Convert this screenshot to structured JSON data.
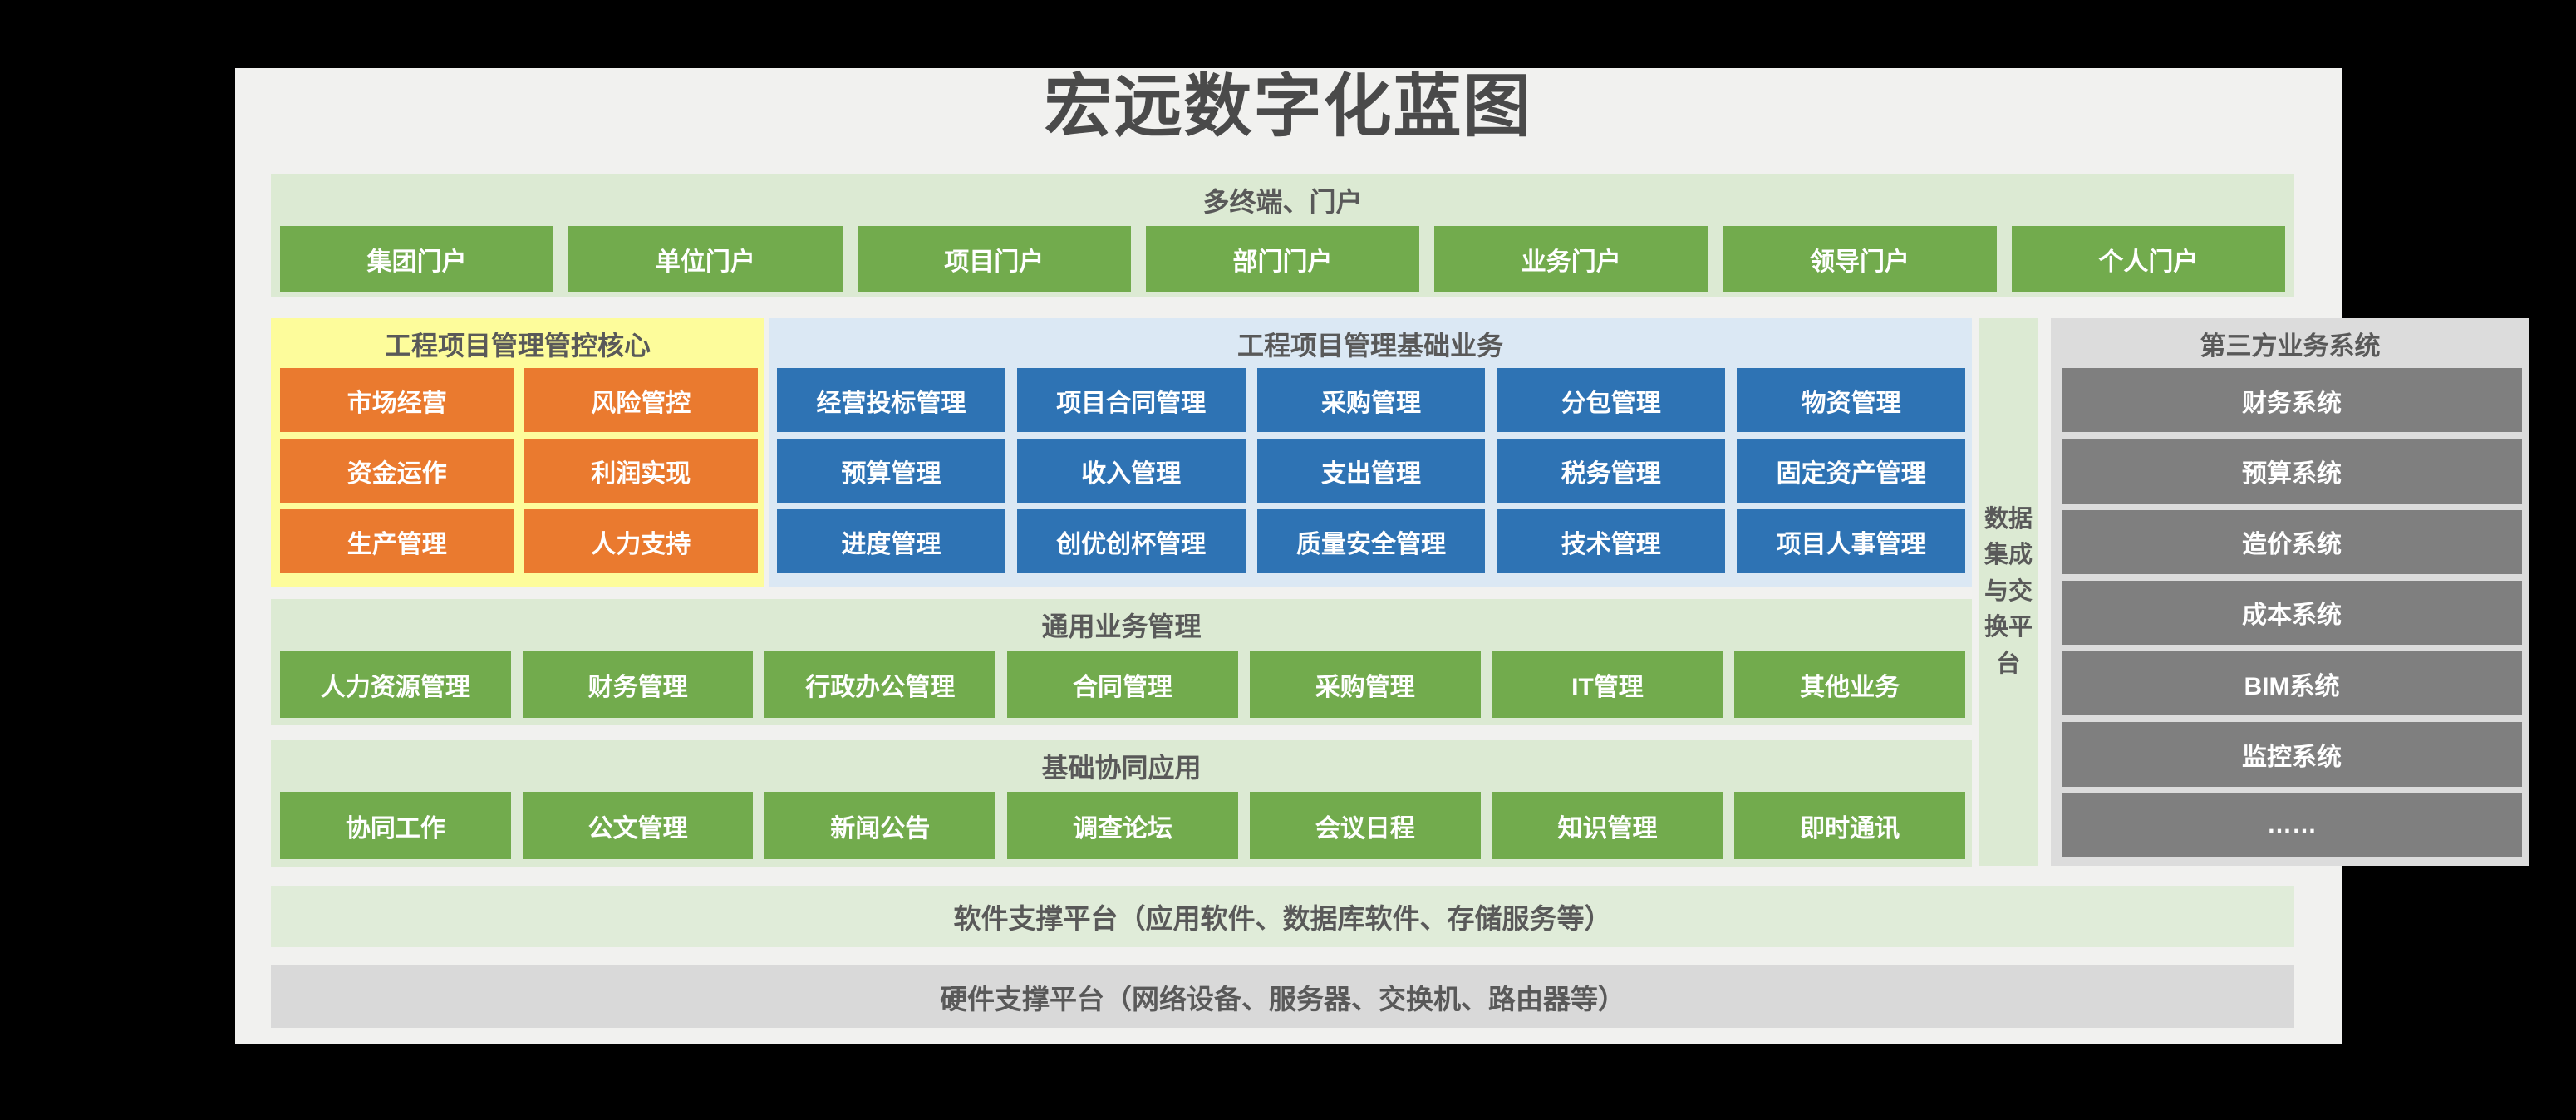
{
  "title": "宏远数字化蓝图",
  "portal_band": {
    "header": "多终端、门户",
    "items": [
      "集团门户",
      "单位门户",
      "项目门户",
      "部门门户",
      "业务门户",
      "领导门户",
      "个人门户"
    ]
  },
  "core_panel": {
    "header": "工程项目管理管控核心",
    "items": [
      "市场经营",
      "风险管控",
      "资金运作",
      "利润实现",
      "生产管理",
      "人力支持"
    ]
  },
  "basic_business_panel": {
    "header": "工程项目管理基础业务",
    "items": [
      "经营投标管理",
      "项目合同管理",
      "采购管理",
      "分包管理",
      "物资管理",
      "预算管理",
      "收入管理",
      "支出管理",
      "税务管理",
      "固定资产管理",
      "进度管理",
      "创优创杯管理",
      "质量安全管理",
      "技术管理",
      "项目人事管理"
    ]
  },
  "data_platform_strip": {
    "label": "数据集成与交换平台"
  },
  "third_party_panel": {
    "header": "第三方业务系统",
    "items": [
      "财务系统",
      "预算系统",
      "造价系统",
      "成本系统",
      "BIM系统",
      "监控系统",
      "……"
    ]
  },
  "general_business_panel": {
    "header": "通用业务管理",
    "items": [
      "人力资源管理",
      "财务管理",
      "行政办公管理",
      "合同管理",
      "采购管理",
      "IT管理",
      "其他业务"
    ]
  },
  "collaboration_panel": {
    "header": "基础协同应用",
    "items": [
      "协同工作",
      "公文管理",
      "新闻公告",
      "调查论坛",
      "会议日程",
      "知识管理",
      "即时通讯"
    ]
  },
  "software_band": {
    "label": "软件支撑平台（应用软件、数据库软件、存储服务等）"
  },
  "hardware_band": {
    "label": "硬件支撑平台（网络设备、服务器、交换机、路由器等）"
  },
  "colors": {
    "outer_background": "#000000",
    "content_background": "#f1f1ef",
    "light_green": "#dcead3",
    "green_block": "#72ab4d",
    "yellow_panel": "#fdfc9b",
    "orange_block": "#ea7a2f",
    "light_blue_panel": "#dbe8f4",
    "blue_block": "#2e73b4",
    "third_party_panel_bg": "#dcdcdc",
    "gray_block": "#7f7f7f",
    "hardware_band_bg": "#d9d9d9",
    "header_text": "#595959",
    "title_text": "#4a4a4a",
    "block_text": "#ffffff"
  }
}
